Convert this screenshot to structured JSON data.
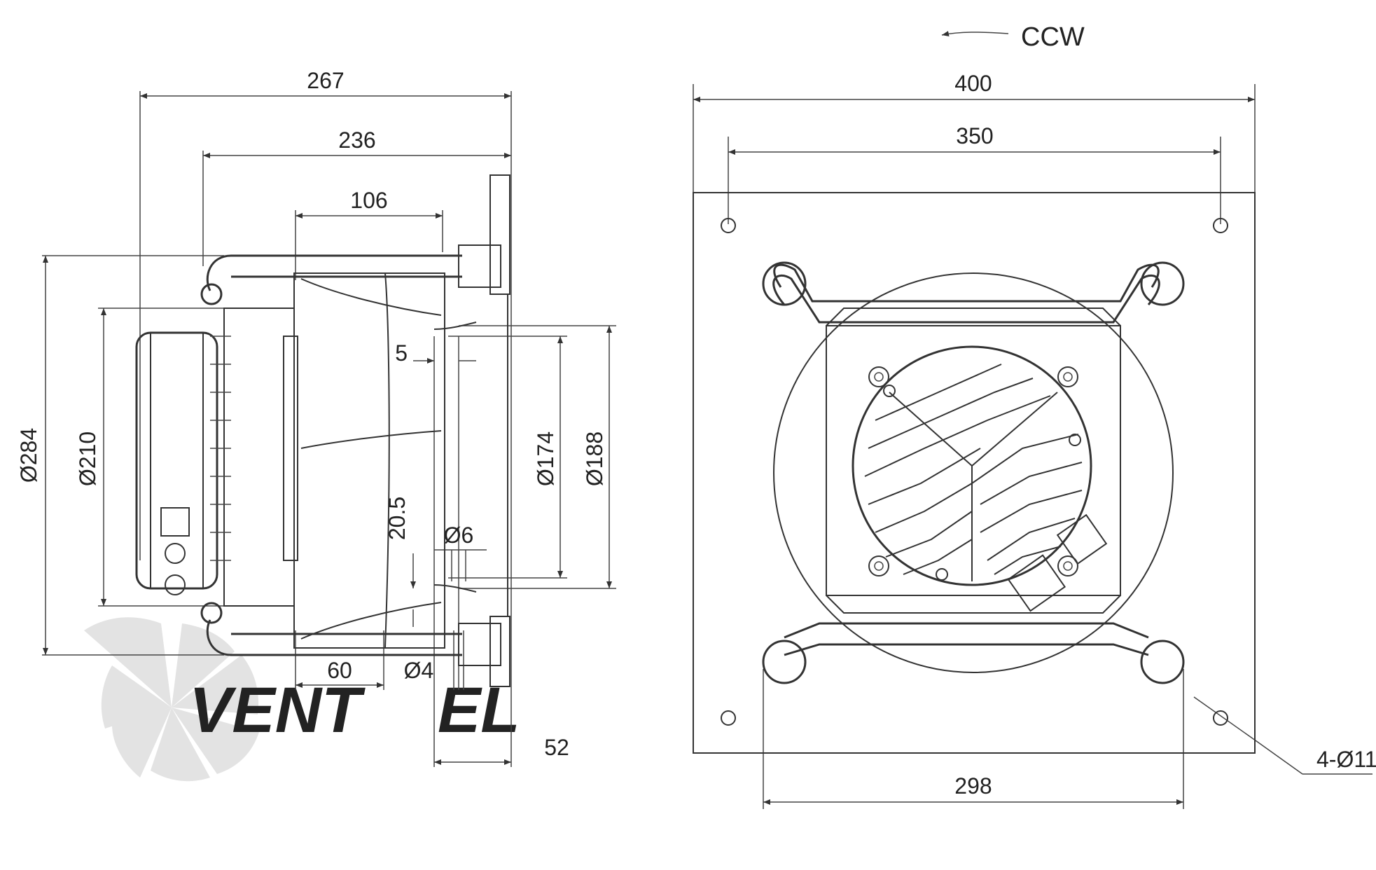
{
  "rotation": {
    "label": "CCW"
  },
  "side_view": {
    "dims": {
      "d267": "267",
      "d236": "236",
      "d106": "106",
      "d5": "5",
      "d20_5": "20.5",
      "d_phi6": "Ø6",
      "d60": "60",
      "d_phi4": "Ø4",
      "d52": "52",
      "d_phi284": "Ø284",
      "d_phi210": "Ø210",
      "d_phi174": "Ø174",
      "d_phi188": "Ø188"
    }
  },
  "front_view": {
    "dims": {
      "d400": "400",
      "d350": "350",
      "d298": "298",
      "holes": "4-Ø11"
    }
  },
  "watermark": {
    "text_a": "VENT",
    "text_b": "EL"
  },
  "colors": {
    "line": "#333333",
    "watermark_gray": "#d6d6d6",
    "watermark_blue": "#cfe3f2"
  }
}
